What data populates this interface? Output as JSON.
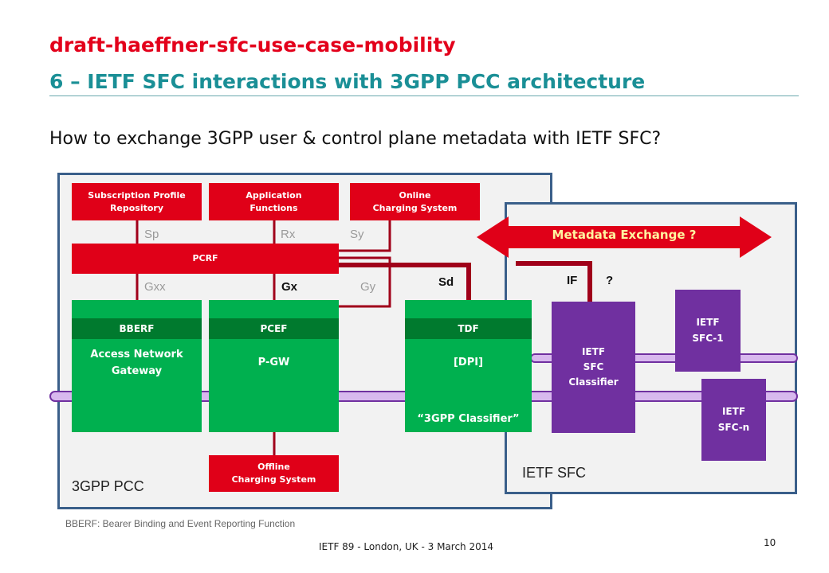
{
  "header": {
    "title_line1": "draft-haeffner-sfc-use-case-mobility",
    "title_line2": "6 – IETF SFC interactions with 3GPP PCC architecture",
    "question": "How to exchange 3GPP user & control plane metadata with IETF SFC?"
  },
  "panels": {
    "pcc_label": "3GPP PCC",
    "sfc_label": "IETF SFC"
  },
  "functions": {
    "spr": [
      "Subscription Profile",
      "Repository"
    ],
    "af": [
      "Application",
      "Functions"
    ],
    "ocs": [
      "Online",
      "Charging System"
    ],
    "pcrf": "PCRF",
    "offline": [
      "Offline",
      "Charging System"
    ]
  },
  "nodes": {
    "bberf": {
      "header": "BBERF",
      "body": [
        "Access Network",
        "Gateway"
      ]
    },
    "pcef": {
      "header": "PCEF",
      "body": "P-GW"
    },
    "tdf": {
      "header": "TDF",
      "body": "[DPI]",
      "bottom": "“3GPP Classifier”"
    }
  },
  "interfaces": {
    "sp": "Sp",
    "rx": "Rx",
    "sy": "Sy",
    "gxx": "Gxx",
    "gx": "Gx",
    "gy": "Gy",
    "sd": "Sd",
    "if": "IF",
    "if_question": "?"
  },
  "metadata_exchange": "Metadata Exchange ?",
  "ietf": {
    "classifier": [
      "IETF",
      "SFC",
      "Classifier"
    ],
    "sfc1": [
      "IETF",
      "SFC-1"
    ],
    "sfcn": [
      "IETF",
      "SFC-n"
    ]
  },
  "footnote": "BBERF: Bearer Binding and Event Reporting Function",
  "footer": "IETF 89 - London, UK -  3 March 2014",
  "page_number": "10",
  "colors": {
    "red": "#e00018",
    "green": "#00b04f",
    "dark_green": "#007a2e",
    "purple": "#7030a0",
    "dark_red": "#a0001a",
    "panel_border": "#3a5f8a",
    "tube": "#d8b8ee"
  }
}
